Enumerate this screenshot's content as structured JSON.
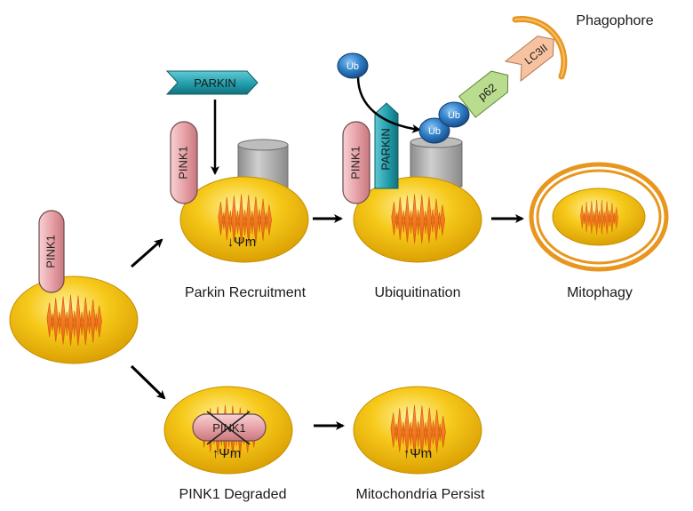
{
  "labels": {
    "pink1": "PINK1",
    "parkin": "PARKIN",
    "ub": "Ub",
    "p62": "p62",
    "lc3ii": "LC3II",
    "phagophore": "Phagophore",
    "low_potential": "↓Ψm",
    "high_potential": "↑Ψm"
  },
  "captions": {
    "parkin_recruitment": "Parkin Recruitment",
    "ubiquitination": "Ubiquitination",
    "mitophagy": "Mitophagy",
    "pink1_degraded": "PINK1 Degraded",
    "mitochondria_persist": "Mitochondria Persist"
  },
  "colors": {
    "mito_outer": "#f2b705",
    "mito_inner": "#f07a1e",
    "pink1_fill": "#e8a3a8",
    "parkin_fill": "#1f9aa8",
    "ub_fill": "#2f7fc8",
    "p62_fill": "#b9dc8f",
    "lc3_fill": "#f6c2a0",
    "phagophore": "#e8961e",
    "channel": "#a7a7a7",
    "arrow": "#000000"
  }
}
